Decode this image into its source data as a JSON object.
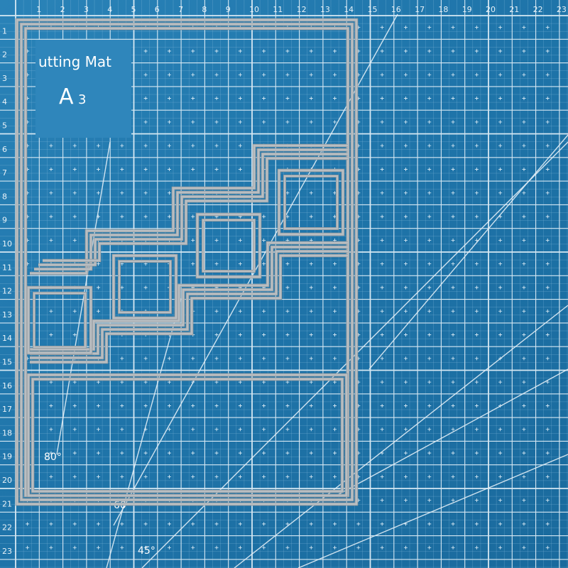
{
  "mat": {
    "title_line1": "utting Mat",
    "title_line2": "A",
    "title_line2_sub": "3",
    "angles": {
      "a80": "80°",
      "a60": "60",
      "a45": "45°"
    },
    "colors": {
      "mat_blue": "#1f75aa",
      "grid_line": "#cfe4f1",
      "die_metal": "#b7bcc0",
      "label_box": "#2f86bb"
    }
  },
  "rulers": {
    "top": [
      "1",
      "2",
      "3",
      "4",
      "5",
      "6",
      "7",
      "8",
      "9",
      "10",
      "11",
      "12",
      "13",
      "14",
      "15",
      "16",
      "17",
      "18",
      "19",
      "20",
      "21",
      "22",
      "23"
    ],
    "left": [
      "1",
      "2",
      "3",
      "4",
      "5",
      "6",
      "7",
      "8",
      "9",
      "10",
      "11",
      "12",
      "13",
      "14",
      "15",
      "16",
      "17",
      "18",
      "19",
      "20",
      "21",
      "22",
      "23"
    ]
  }
}
